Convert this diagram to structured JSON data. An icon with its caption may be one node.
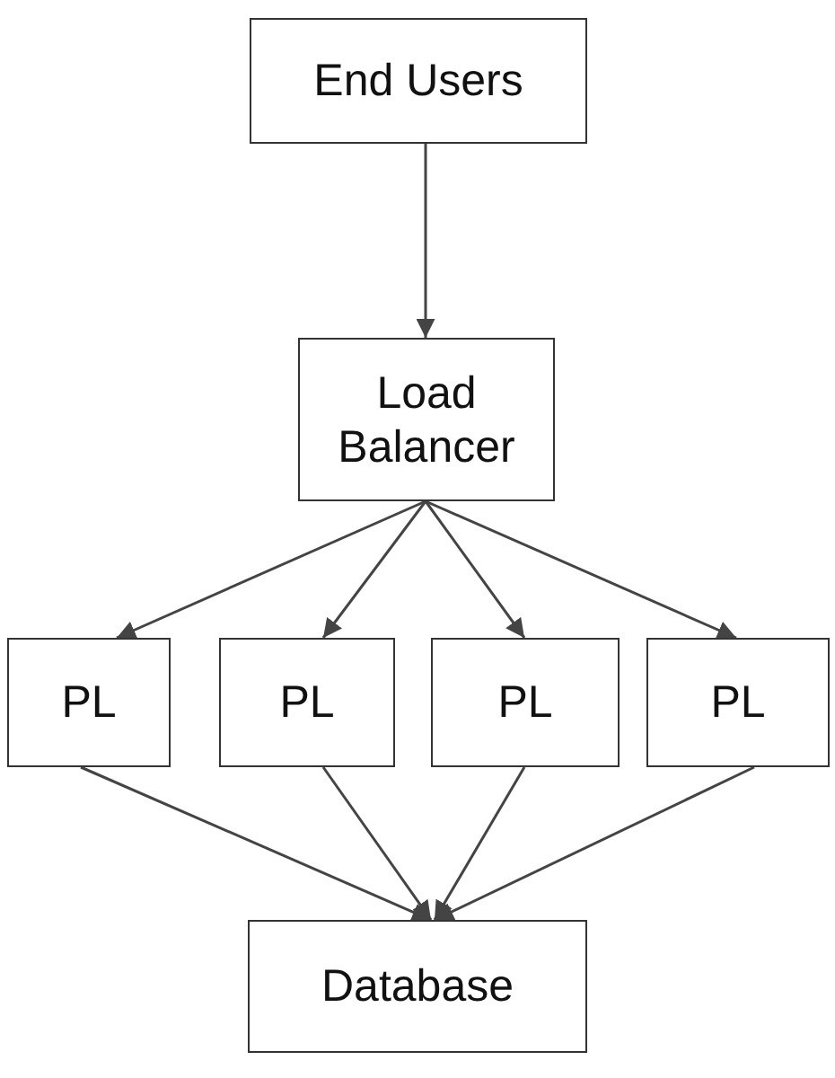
{
  "diagram": {
    "nodes": [
      {
        "text": [
          "End Users"
        ]
      },
      {
        "text": [
          "Load Balancer"
        ]
      },
      {
        "text": [
          "PL"
        ]
      },
      {
        "text": [
          "PL"
        ]
      },
      {
        "text": [
          "PL"
        ]
      },
      {
        "text": [
          "PL"
        ]
      },
      {
        "text": [
          "Database"
        ]
      }
    ],
    "edges": [
      {
        "from": 0,
        "to": 1,
        "arrow": "to"
      },
      {
        "from": 1,
        "to": 2,
        "arrow": "to"
      },
      {
        "from": 1,
        "to": 3,
        "arrow": "to"
      },
      {
        "from": 1,
        "to": 4,
        "arrow": "to"
      },
      {
        "from": 1,
        "to": 5,
        "arrow": "to"
      },
      {
        "from": 2,
        "to": 6,
        "arrow": "to"
      },
      {
        "from": 3,
        "to": 6,
        "arrow": "to"
      },
      {
        "from": 4,
        "to": 6,
        "arrow": "to"
      },
      {
        "from": 5,
        "to": 6,
        "arrow": "to"
      }
    ]
  }
}
